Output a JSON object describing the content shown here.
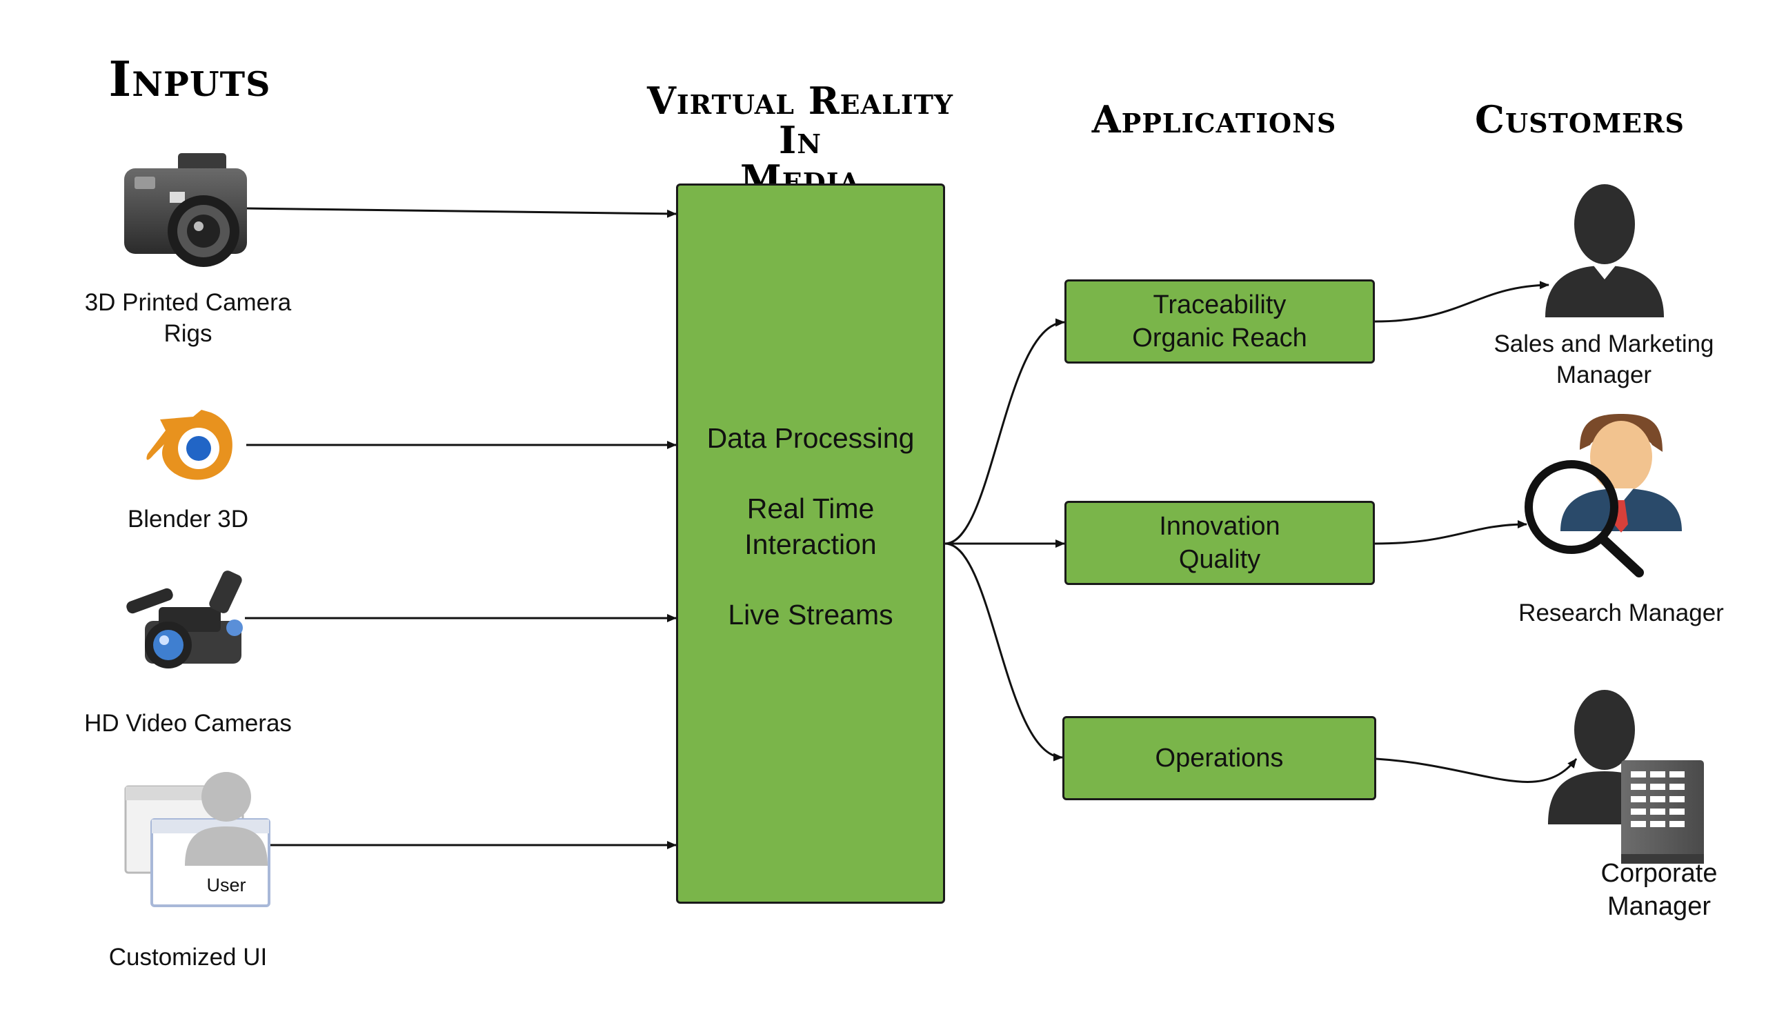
{
  "headings": {
    "inputs": "Inputs",
    "vr_line1": "Virtual Reality In",
    "vr_line2": "Media",
    "applications": "Applications",
    "customers": "Customers"
  },
  "inputs": [
    {
      "line1": "3D Printed Camera",
      "line2": "Rigs",
      "icon": "camera-icon"
    },
    {
      "line1": "Blender 3D",
      "line2": "",
      "icon": "blender-logo-icon"
    },
    {
      "line1": "HD Video Cameras",
      "line2": "",
      "icon": "video-camera-icon"
    },
    {
      "line1": "Customized UI",
      "line2": "",
      "icon": "user-window-icon",
      "icon_text": "User"
    }
  ],
  "main_box": {
    "line1": "Data Processing",
    "line2": "Real Time",
    "line3": "Interaction",
    "line4": "Live Streams"
  },
  "applications": [
    {
      "line1": "Traceability",
      "line2": "Organic Reach"
    },
    {
      "line1": "Innovation",
      "line2": "Quality"
    },
    {
      "line1": "Operations",
      "line2": ""
    }
  ],
  "customers": [
    {
      "line1": "Sales and Marketing",
      "line2": "Manager",
      "icon": "businessman-silhouette-icon"
    },
    {
      "line1": "Research Manager",
      "line2": "",
      "icon": "researcher-magnifier-icon"
    },
    {
      "line1": "Corporate",
      "line2": "Manager",
      "icon": "corporate-building-person-icon"
    }
  ],
  "colors": {
    "box_fill": "#7ab54a",
    "box_border": "#1a1a1a",
    "connector": "#111111"
  }
}
